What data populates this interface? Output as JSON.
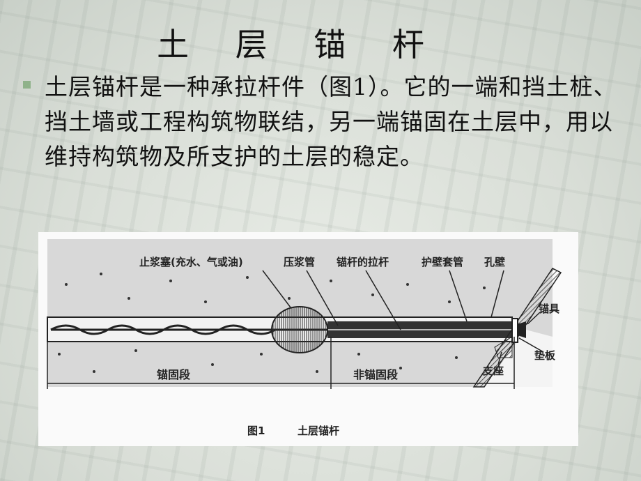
{
  "slide": {
    "title": "土 层 锚 杆",
    "bullet_icon": "square-bullet-icon",
    "paragraph": "土层锚杆是一种承拉杆件（图1）。它的一端和挡土桩、挡土墙或工程构筑物联结，另一端锚固在土层中，用以维持构筑物及所支护的土层的稳定。"
  },
  "figure": {
    "labels": {
      "plug": "止浆塞(充水、气或油)",
      "grout_pipe": "压浆管",
      "tie_rod": "锚杆的拉杆",
      "casing": "护壁套管",
      "hole_wall": "孔壁",
      "anchorage": "锚具",
      "plate": "垫板",
      "support": "支座",
      "anchored_section": "锚固段",
      "free_section": "非锚固段"
    },
    "caption_number": "图1",
    "caption_title": "土层锚杆"
  }
}
